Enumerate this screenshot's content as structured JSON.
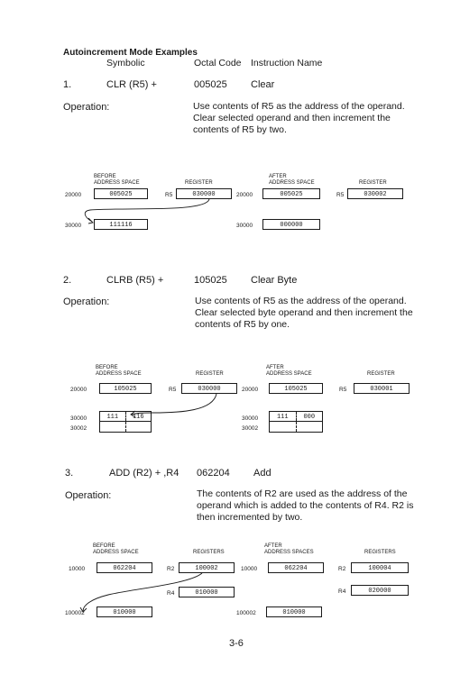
{
  "title": "Autoincrement Mode Examples",
  "columns": {
    "symbolic": "Symbolic",
    "octal": "Octal Code",
    "name": "Instruction Name"
  },
  "operation_label": "Operation:",
  "examples": [
    {
      "number": "1.",
      "symbolic": "CLR (R5) +",
      "octal": "005025",
      "name": "Clear",
      "description": "Use contents of R5 as the address of the operand. Clear selected operand and then increment the contents of R5 by two.",
      "diagram": {
        "before_label": "BEFORE\nADDRESS SPACE",
        "register_label": "REGISTER",
        "after_label": "AFTER\nADDRESS SPACE",
        "after_register_label": "REGISTER",
        "row1_address": "20000",
        "before_mem1": "005025",
        "reg_name": "R5",
        "before_reg": "030000",
        "after_row1_address": "20000",
        "after_mem1": "005025",
        "after_reg_name": "R5",
        "after_reg": "030002",
        "row2_address": "30000",
        "before_mem2": "111116",
        "after_row2_address": "30000",
        "after_mem2": "000000"
      }
    },
    {
      "number": "2.",
      "symbolic": "CLRB (R5) +",
      "octal": "105025",
      "name": "Clear Byte",
      "description": "Use contents of R5 as the address of the operand. Clear selected byte operand and then increment the contents of R5 by one.",
      "diagram": {
        "before_label": "BEFORE\nADDRESS SPACE",
        "register_label": "REGISTER",
        "after_label": "AFTER\nADDRESS SPACE",
        "after_register_label": "REGISTER",
        "row1_address": "20000",
        "before_mem1": "105025",
        "reg_name": "R5",
        "before_reg": "030000",
        "after_row1_address": "20000",
        "after_mem1": "105025",
        "after_reg_name": "R5",
        "after_reg": "030001",
        "row2_address": "30000",
        "row3_address": "30002",
        "before_mem2_hi": "111",
        "before_mem2_lo": "116",
        "after_row2_address": "30000",
        "after_row3_address": "30002",
        "after_mem2_hi": "111",
        "after_mem2_lo": "000"
      }
    },
    {
      "number": "3.",
      "symbolic": "ADD (R2) + ,R4",
      "octal": "062204",
      "name": "Add",
      "description": "The contents of R2 are used as the address of the operand which is added to the contents of R4. R2 is then incremented by two.",
      "diagram": {
        "before_label": "BEFORE\nADDRESS SPACE",
        "register_label": "REGISTERS",
        "after_label": "AFTER\nADDRESS SPACES",
        "after_register_label": "REGISTERS",
        "row1_address": "10000",
        "before_mem1": "062204",
        "reg1_name": "R2",
        "before_reg1": "100002",
        "after_row1_address": "10000",
        "after_mem1": "062204",
        "after_reg1_name": "R2",
        "after_reg1": "100004",
        "reg2_name": "R4",
        "before_reg2": "010000",
        "after_reg2_name": "R4",
        "after_reg2": "020000",
        "row3_address": "100002",
        "before_mem2": "010000",
        "after_row3_address": "100002",
        "after_mem2": "010000"
      }
    }
  ],
  "page_number": "3-6"
}
